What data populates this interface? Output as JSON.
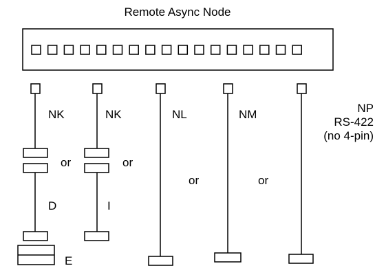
{
  "title": "Remote Async Node",
  "port_count": 17,
  "cables": [
    {
      "label": "NK",
      "or_label": "or",
      "mid_label": "D",
      "end_label": "E"
    },
    {
      "label": "NK",
      "or_label": "or",
      "mid_label": "I"
    },
    {
      "label": "NL",
      "or_label": "or"
    },
    {
      "label": "NM",
      "or_label": "or"
    },
    {
      "label_lines": [
        "NP",
        "RS-422",
        "(no 4-pin)"
      ]
    }
  ]
}
